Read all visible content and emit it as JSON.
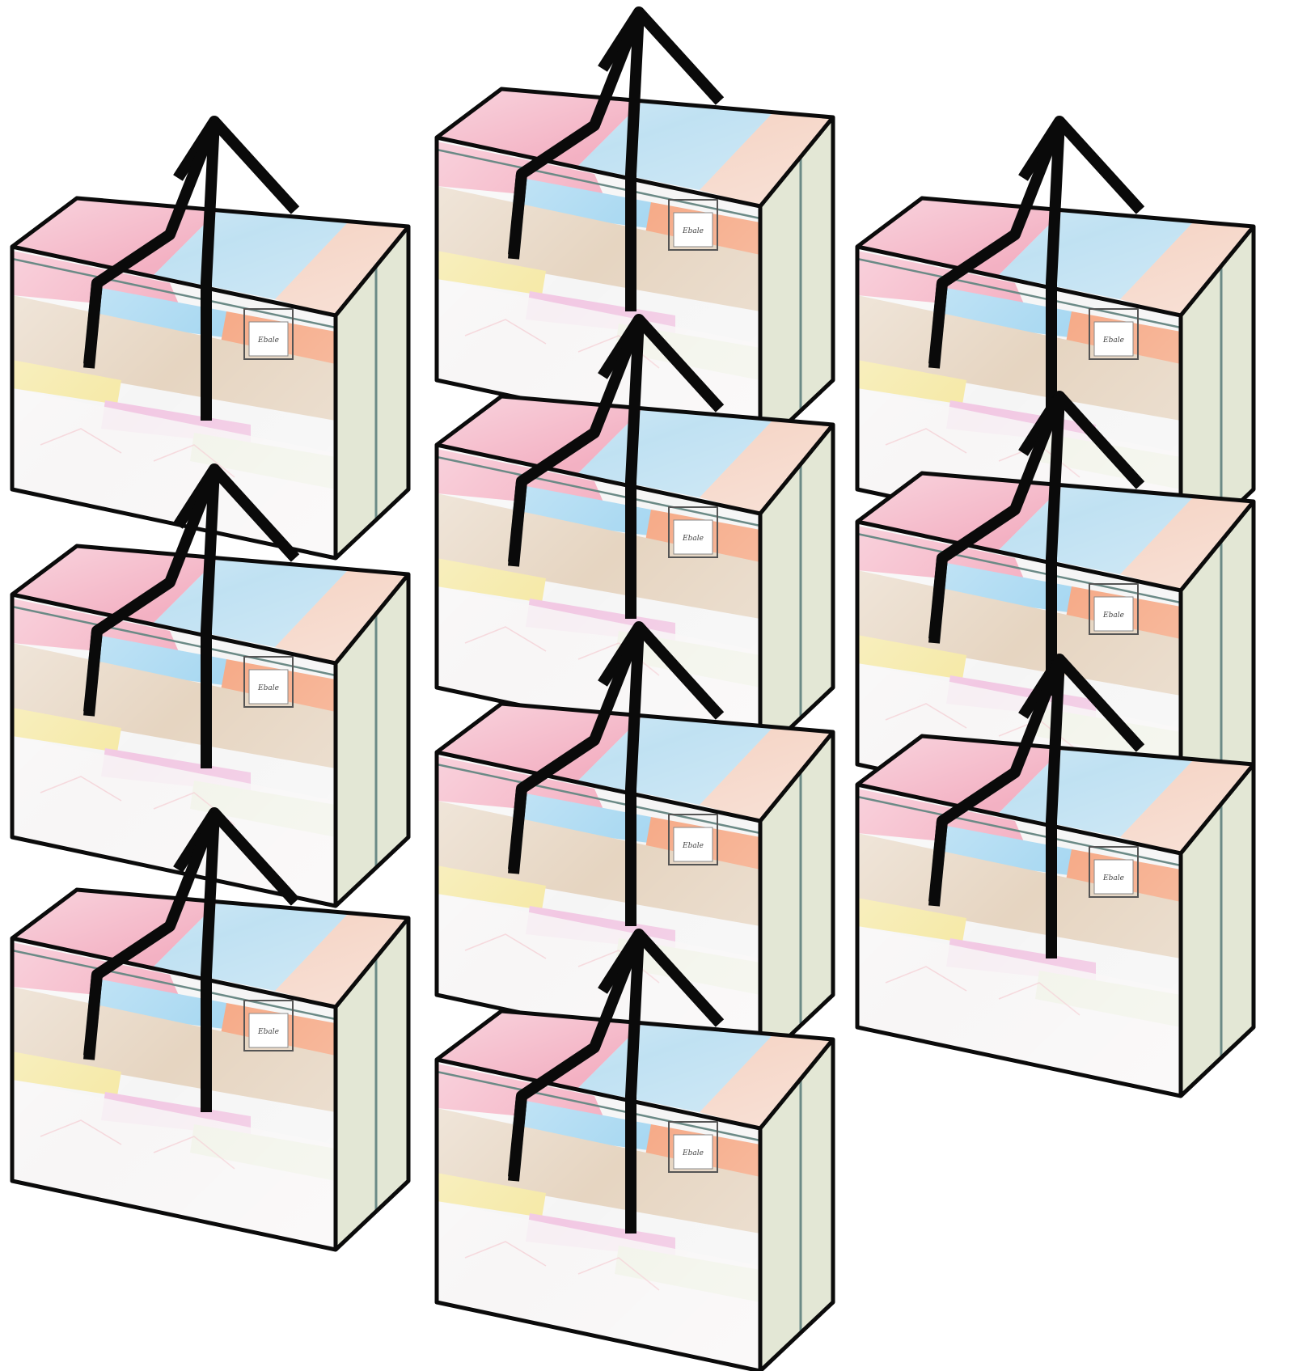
{
  "image": {
    "subject": "storage-bag-product-photo",
    "background_color": "#ffffff"
  },
  "palette": {
    "trim": "#0b0b0b",
    "handle": "#0a0a0a",
    "clear_film": "#f4f4f4",
    "pink": "#f2a0b6",
    "blue": "#9fd4f0",
    "beige": "#e3d0ba",
    "orange": "#f5a27c",
    "yellow": "#f4e69a",
    "lilac": "#f0c2e0",
    "green": "#c9e39a",
    "white": "#f7f5f5"
  },
  "label_tag": {
    "text": "Ebale"
  },
  "bags": [
    {
      "id": "bag-1"
    },
    {
      "id": "bag-2"
    },
    {
      "id": "bag-3"
    },
    {
      "id": "bag-4"
    },
    {
      "id": "bag-5"
    },
    {
      "id": "bag-6"
    },
    {
      "id": "bag-7"
    },
    {
      "id": "bag-8"
    },
    {
      "id": "bag-9"
    },
    {
      "id": "bag-10"
    }
  ]
}
